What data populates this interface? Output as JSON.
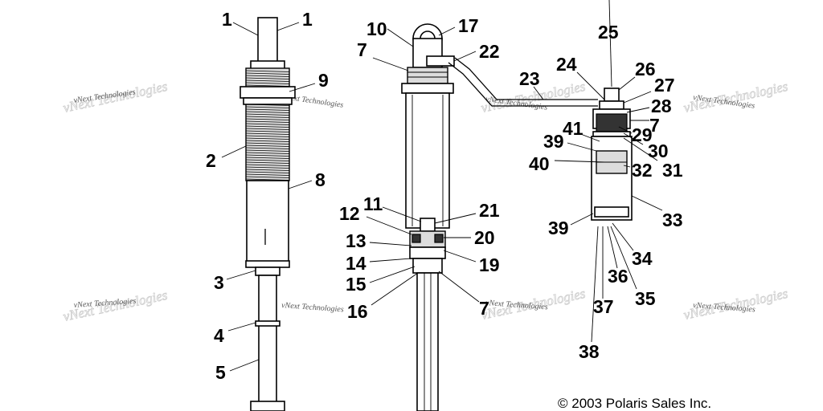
{
  "callouts": {
    "c1a": "1",
    "c1b": "1",
    "c2": "2",
    "c3": "3",
    "c4": "4",
    "c5": "5",
    "c7a": "7",
    "c7b": "7",
    "c7c": "7",
    "c8": "8",
    "c9": "9",
    "c10": "10",
    "c11": "11",
    "c12": "12",
    "c13": "13",
    "c14": "14",
    "c15": "15",
    "c16": "16",
    "c17": "17",
    "c19": "19",
    "c20": "20",
    "c21": "21",
    "c22": "22",
    "c23": "23",
    "c24": "24",
    "c25": "25",
    "c26": "26",
    "c27": "27",
    "c28": "28",
    "c29": "29",
    "c30": "30",
    "c31": "31",
    "c32": "32",
    "c33": "33",
    "c34": "34",
    "c35": "35",
    "c36": "36",
    "c37": "37",
    "c38": "38",
    "c39a": "39",
    "c39b": "39",
    "c40": "40",
    "c41": "41"
  },
  "watermark": "vNext Technologies",
  "copyright": "© 2003 Polaris Sales Inc."
}
